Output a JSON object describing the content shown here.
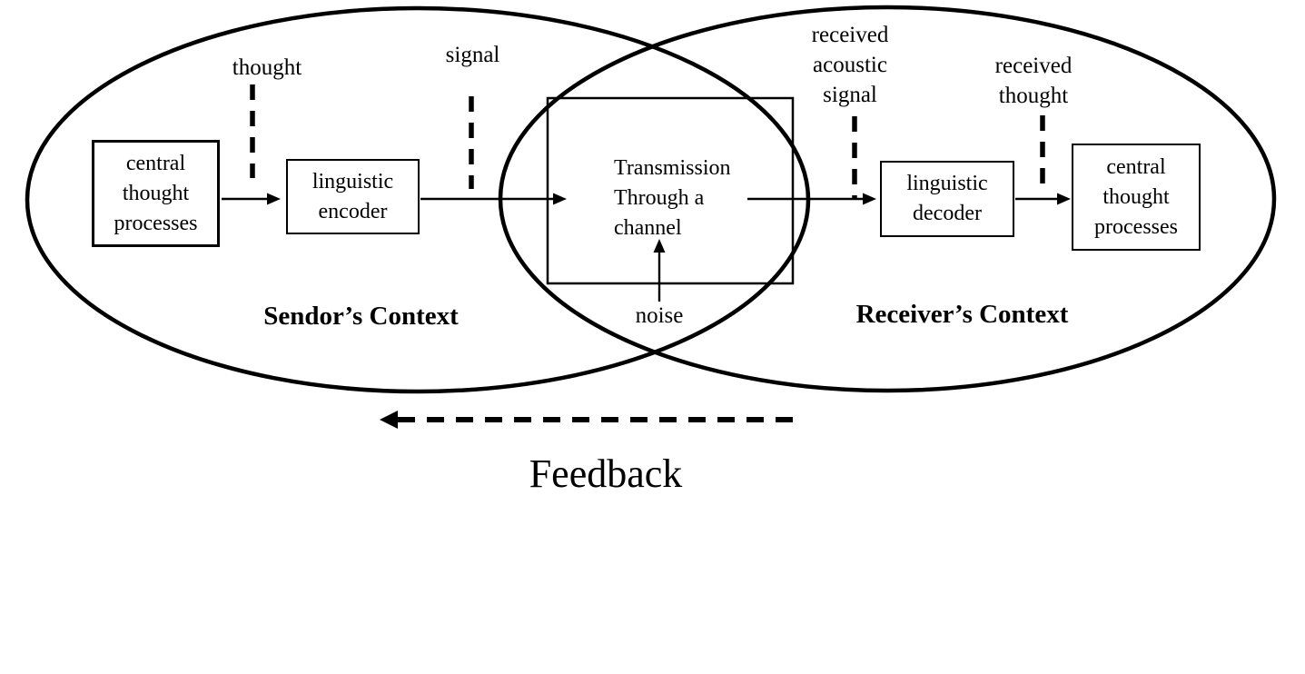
{
  "contexts": {
    "sender": {
      "label": "Sendor’s Context"
    },
    "receiver": {
      "label": "Receiver’s Context"
    }
  },
  "boxes": {
    "sender_central": {
      "label": "central\nthought\nprocesses"
    },
    "encoder": {
      "label": "linguistic\nencoder"
    },
    "channel": {
      "label": "Transmission\nThrough a\nchannel"
    },
    "decoder": {
      "label": "linguistic\ndecoder"
    },
    "receiver_central": {
      "label": "central\nthought\nprocesses"
    }
  },
  "labels": {
    "thought": "thought",
    "signal": "signal",
    "received_acoustic_signal": "received\nacoustic\nsignal",
    "received_thought": "received\nthought",
    "noise": "noise",
    "feedback": "Feedback"
  },
  "colors": {
    "stroke": "#000000",
    "background": "#ffffff"
  }
}
